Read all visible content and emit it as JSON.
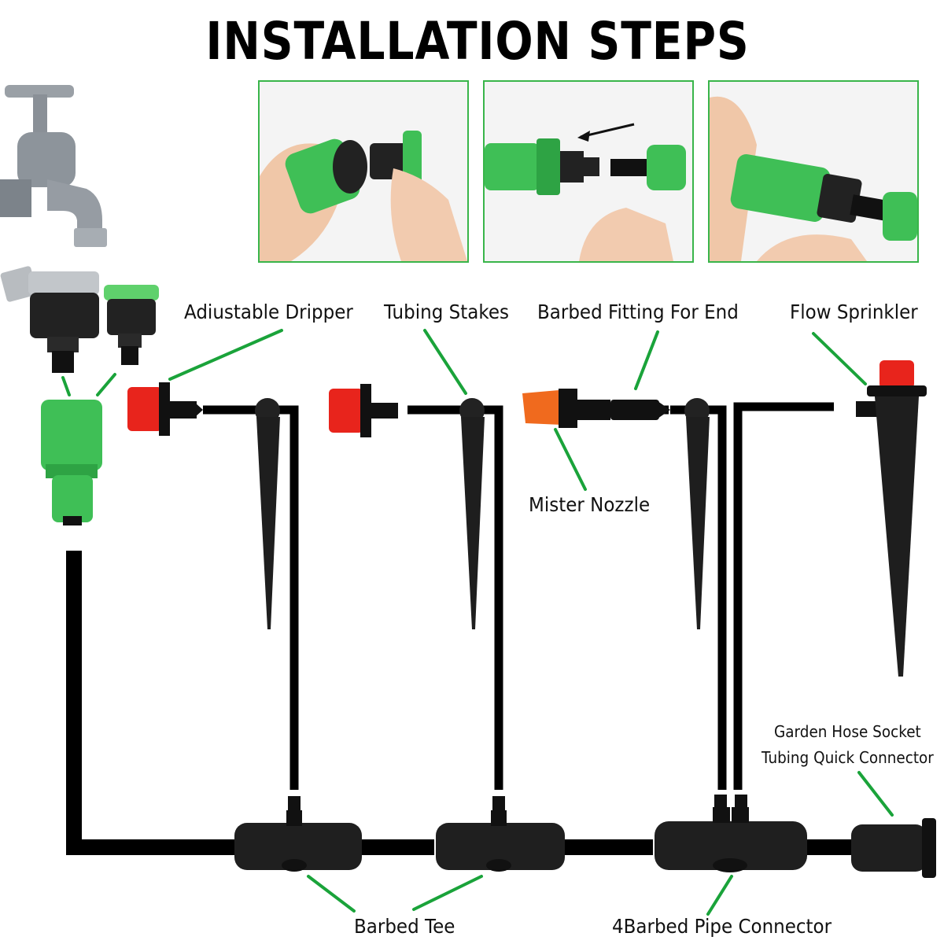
{
  "title": "INSTALLATION STEPS",
  "labels": {
    "adjustable_dripper": "Adiustable Dripper",
    "tubing_stakes": "Tubing Stakes",
    "barbed_fitting_end": "Barbed Fitting For End",
    "flow_sprinkler": "Flow Sprinkler",
    "mister_nozzle": "Mister Nozzle",
    "garden_hose_socket": "Garden Hose Socket",
    "tubing_quick_connector": "Tubing Quick Connector",
    "barbed_tee": "Barbed Tee",
    "pipe_connector": "4Barbed Pipe Connector"
  },
  "colors": {
    "leader_line": "#1aa33a",
    "tubing": "#000000",
    "fitting_green": "#3fbf56",
    "dripper_red": "#e8241c",
    "nozzle_orange": "#f06a1e",
    "step_border": "#39b54a"
  }
}
